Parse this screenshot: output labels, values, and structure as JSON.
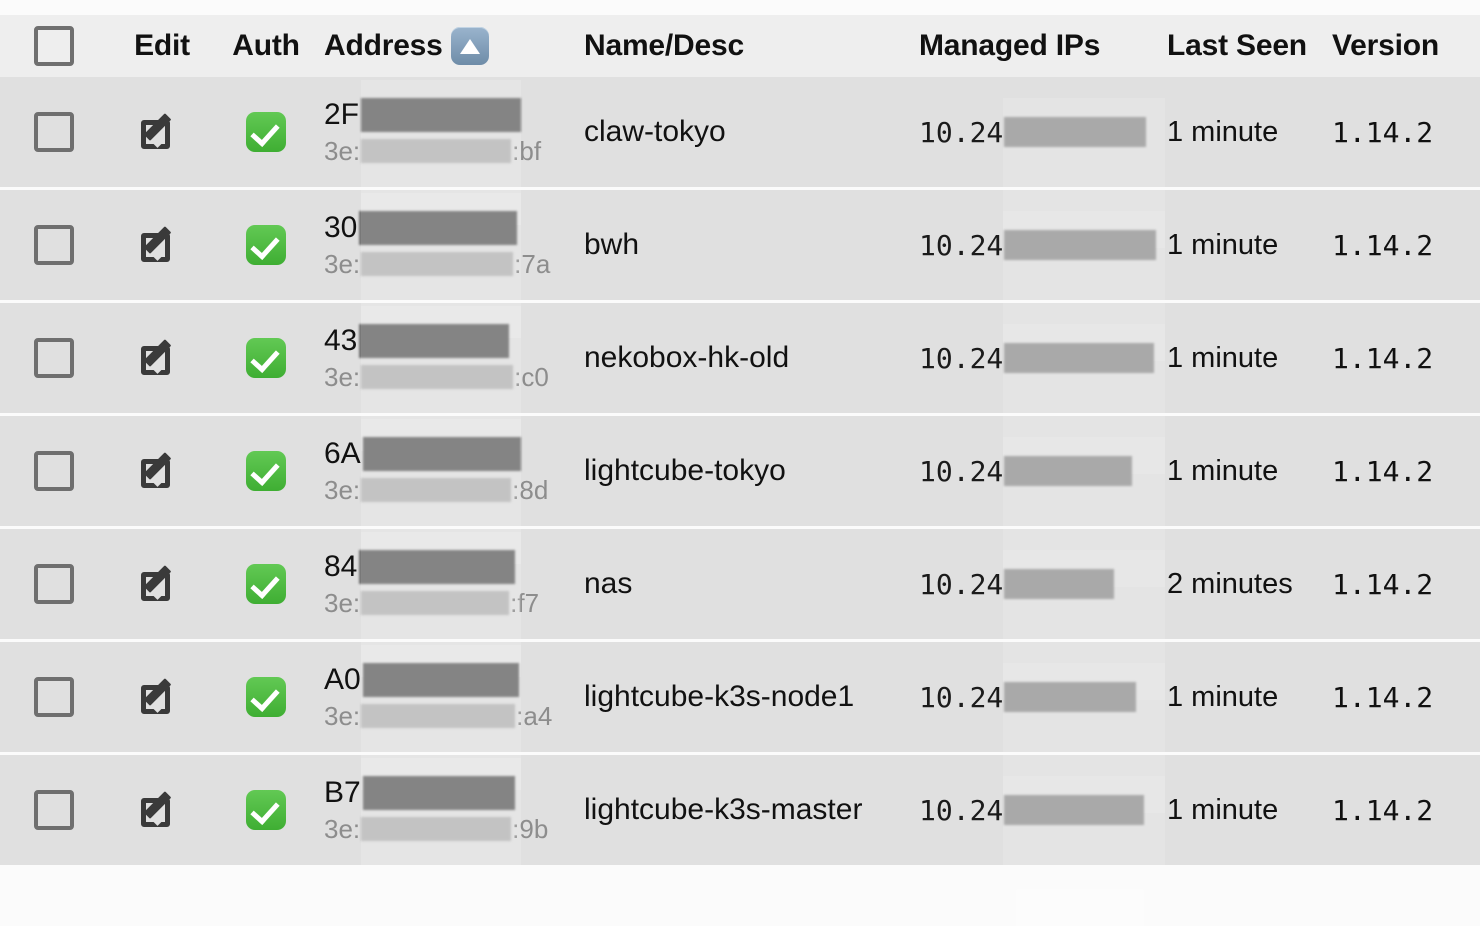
{
  "table": {
    "columns": [
      {
        "key": "select",
        "label": ""
      },
      {
        "key": "edit",
        "label": "Edit"
      },
      {
        "key": "auth",
        "label": "Auth"
      },
      {
        "key": "address",
        "label": "Address",
        "sorted": "asc",
        "sort_icon": "triangle-up-icon"
      },
      {
        "key": "name",
        "label": "Name/Desc"
      },
      {
        "key": "ips",
        "label": "Managed IPs"
      },
      {
        "key": "seen",
        "label": "Last Seen"
      },
      {
        "key": "version",
        "label": "Version"
      }
    ],
    "header": {
      "select_all_checkbox": "select-all-checkbox",
      "edit": "Edit",
      "auth": "Auth",
      "address": "Address",
      "name": "Name/Desc",
      "ips": "Managed IPs",
      "seen": "Last Seen",
      "version": "Version"
    },
    "rows": [
      {
        "checked": false,
        "auth": true,
        "address_prefix": "2F",
        "address_redacted": true,
        "mac_prefix": "3e:",
        "mac_suffix": ":bf",
        "mac_redacted": true,
        "name": "claw-tokyo",
        "ip_prefix": "10.24",
        "ip_redacted": true,
        "last_seen": "1 minute",
        "version": "1.14.2"
      },
      {
        "checked": false,
        "auth": true,
        "address_prefix": "30",
        "address_redacted": true,
        "mac_prefix": "3e:",
        "mac_suffix": ":7a",
        "mac_redacted": true,
        "name": "bwh",
        "ip_prefix": "10.24",
        "ip_redacted": true,
        "last_seen": "1 minute",
        "version": "1.14.2"
      },
      {
        "checked": false,
        "auth": true,
        "address_prefix": "43",
        "address_redacted": true,
        "mac_prefix": "3e:",
        "mac_suffix": ":c0",
        "mac_redacted": true,
        "name": "nekobox-hk-old",
        "ip_prefix": "10.24",
        "ip_redacted": true,
        "last_seen": "1 minute",
        "version": "1.14.2"
      },
      {
        "checked": false,
        "auth": true,
        "address_prefix": "6A",
        "address_redacted": true,
        "mac_prefix": "3e:",
        "mac_suffix": ":8d",
        "mac_redacted": true,
        "name": "lightcube-tokyo",
        "ip_prefix": "10.24",
        "ip_redacted": true,
        "last_seen": "1 minute",
        "version": "1.14.2"
      },
      {
        "checked": false,
        "auth": true,
        "address_prefix": "84",
        "address_redacted": true,
        "mac_prefix": "3e:",
        "mac_suffix": ":f7",
        "mac_redacted": true,
        "name": "nas",
        "ip_prefix": "10.24",
        "ip_redacted": true,
        "last_seen": "2 minutes",
        "version": "1.14.2"
      },
      {
        "checked": false,
        "auth": true,
        "address_prefix": "A0",
        "address_redacted": true,
        "mac_prefix": "3e:",
        "mac_suffix": ":a4",
        "mac_redacted": true,
        "name": "lightcube-k3s-node1",
        "ip_prefix": "10.24",
        "ip_redacted": true,
        "last_seen": "1 minute",
        "version": "1.14.2"
      },
      {
        "checked": false,
        "auth": true,
        "address_prefix": "B7",
        "address_redacted": true,
        "mac_prefix": "3e:",
        "mac_suffix": ":9b",
        "mac_redacted": true,
        "name": "lightcube-k3s-master",
        "ip_prefix": "10.24",
        "ip_redacted": true,
        "last_seen": "1 minute",
        "version": "1.14.2"
      }
    ]
  },
  "icons": {
    "edit": "edit-pencil-icon",
    "auth": "green-check-icon",
    "sort_asc": "triangle-up-icon",
    "checkbox": "checkbox-icon"
  },
  "colors": {
    "row_bg": "#e0e0e0",
    "header_bg": "#eeeeee",
    "page_bg": "#fbfbfb",
    "auth_green": "#3fae33",
    "sort_blue": "#6e8ca8",
    "text": "#111111",
    "muted_text": "#8d8d8d"
  }
}
